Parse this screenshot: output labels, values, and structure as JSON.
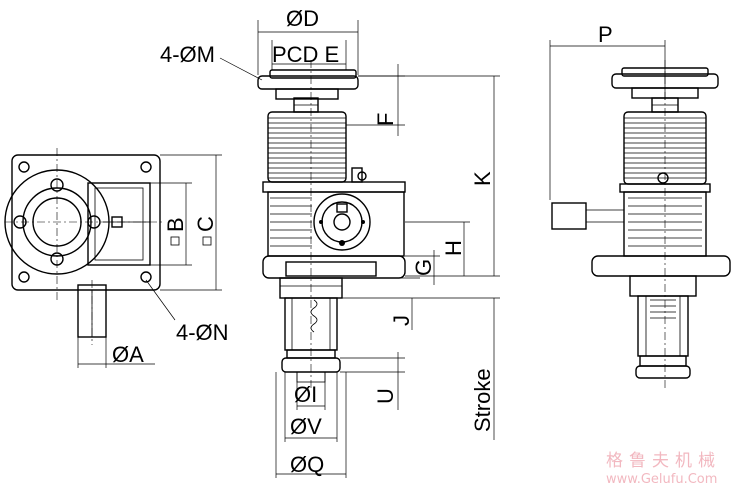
{
  "labels": {
    "od": "ØD",
    "pcd_e": "PCD E",
    "m": "4-ØM",
    "p": "P",
    "f": "F",
    "k": "K",
    "b": "B",
    "c": "C",
    "h": "H",
    "g": "G",
    "j": "J",
    "u": "U",
    "stroke": "Stroke",
    "n": "4-ØN",
    "a": "ØA",
    "i": "ØI",
    "v": "ØV",
    "q": "ØQ"
  },
  "watermark": {
    "cn": "格鲁夫机械",
    "url": "www.Gelufu.Com"
  }
}
